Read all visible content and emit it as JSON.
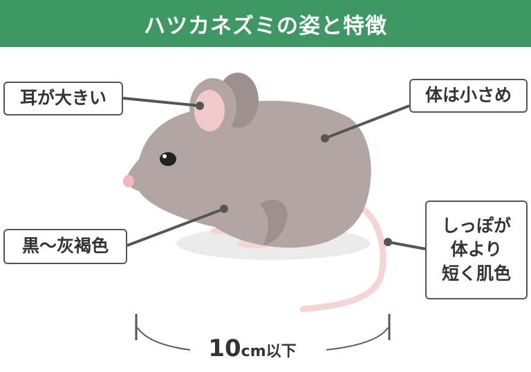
{
  "title": "ハツカネズミの姿と特徴",
  "labels": {
    "ears": "耳が大きい",
    "body": "体は小さめ",
    "color": "黒〜灰褐色",
    "tail_lines": [
      "しっぽが",
      "体より",
      "短く肌色"
    ]
  },
  "size": {
    "value": "10",
    "unit": "cm以下"
  },
  "colors": {
    "banner": "#3f9763",
    "body_fur": "#b1a6a1",
    "ear_inner": "#f2c9cb",
    "tail": "#f4d5d6",
    "line": "#555555"
  }
}
